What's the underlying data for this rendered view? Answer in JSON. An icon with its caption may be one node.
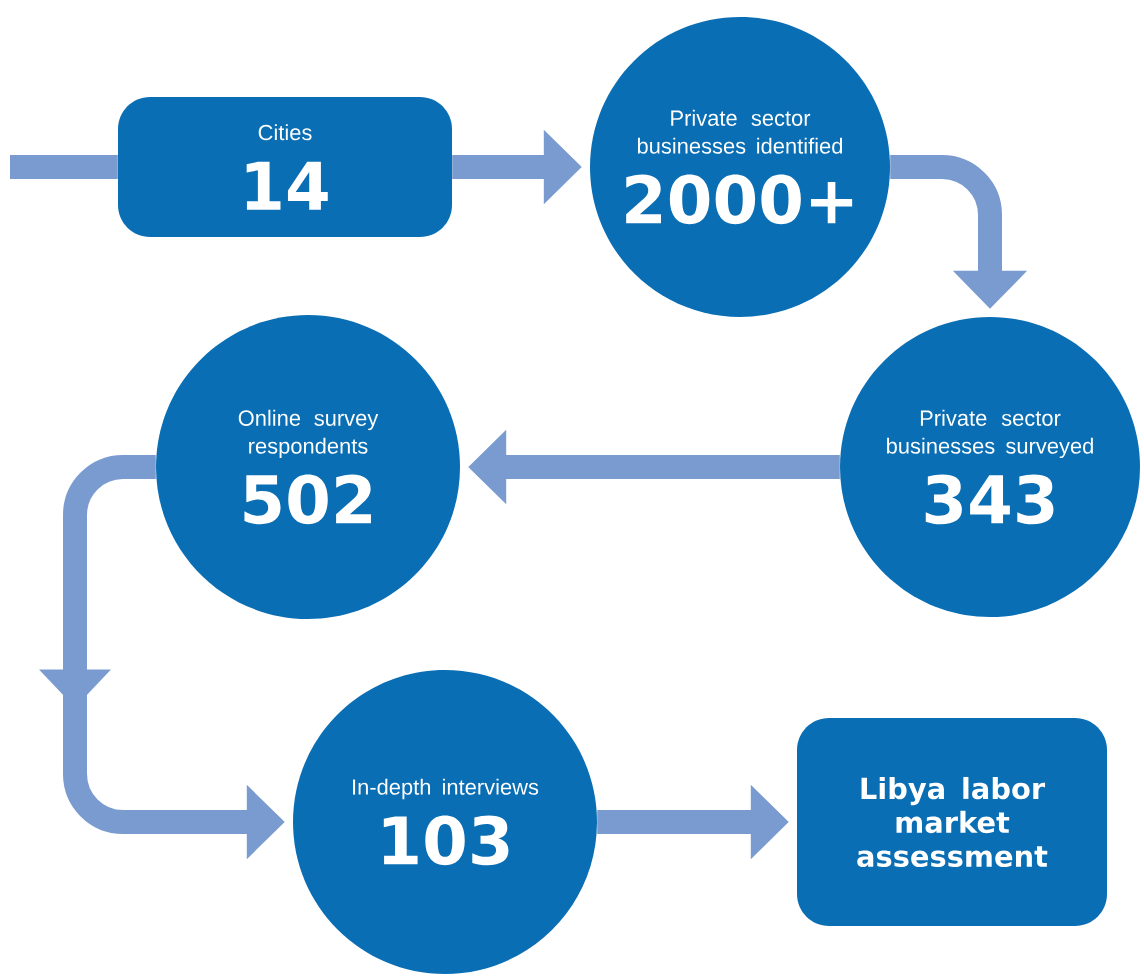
{
  "diagram": {
    "nodes": [
      {
        "text": [
          "Cities",
          "14"
        ]
      },
      {
        "text": [
          "Private sector businesses identified",
          "2000+"
        ]
      },
      {
        "text": [
          "Private sector businesses surveyed",
          "343"
        ]
      },
      {
        "text": [
          "Online survey respondents",
          "502"
        ]
      },
      {
        "text": [
          "In-depth interviews",
          "103"
        ]
      },
      {
        "text": [
          "Libya labor market assessment"
        ]
      }
    ],
    "edges": [
      {
        "from": null,
        "to": 0,
        "arrow": "none"
      },
      {
        "from": 0,
        "to": 1,
        "arrow": "to"
      },
      {
        "from": 1,
        "to": 2,
        "arrow": "to"
      },
      {
        "from": 2,
        "to": 3,
        "arrow": "to"
      },
      {
        "from": 3,
        "to": 4,
        "arrow": "to"
      },
      {
        "from": 4,
        "to": 5,
        "arrow": "to"
      }
    ]
  }
}
